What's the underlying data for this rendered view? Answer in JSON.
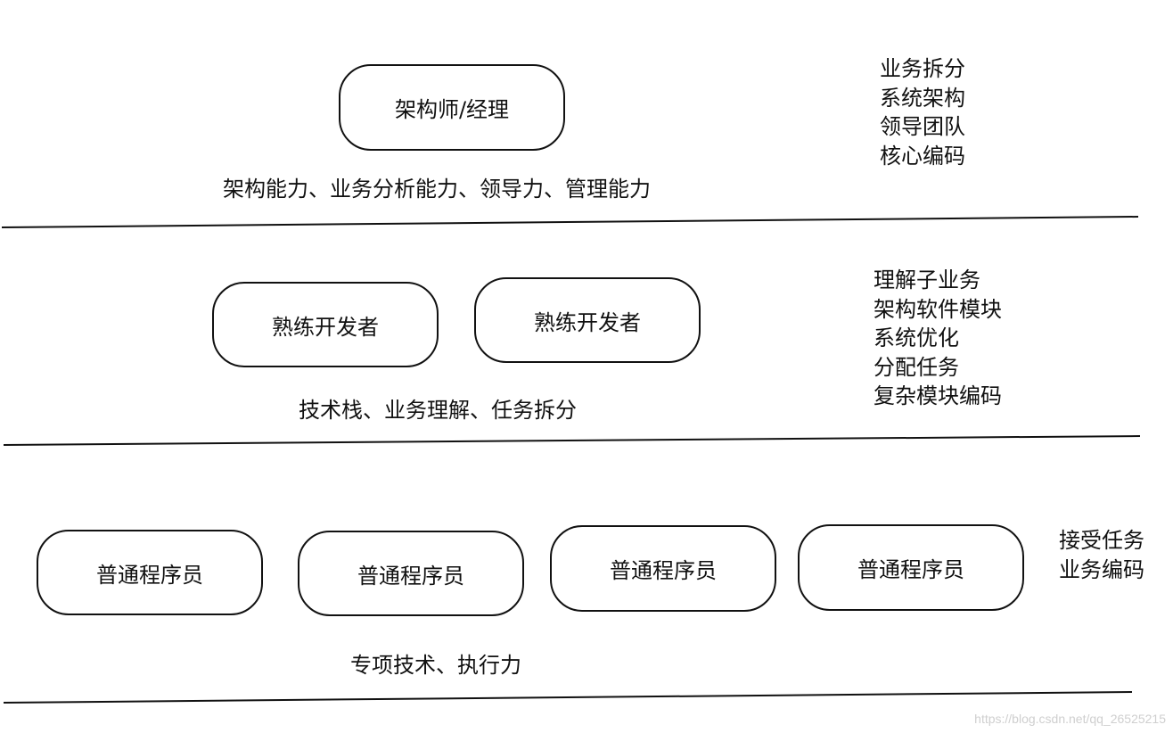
{
  "tier1": {
    "box_label": "架构师/经理",
    "skills": "架构能力、业务分析能力、领导力、管理能力",
    "duties": [
      "业务拆分",
      "系统架构",
      "领导团队",
      "核心编码"
    ]
  },
  "tier2": {
    "box_labels": [
      "熟练开发者",
      "熟练开发者"
    ],
    "skills": "技术栈、业务理解、任务拆分",
    "duties": [
      "理解子业务",
      "架构软件模块",
      "系统优化",
      "分配任务",
      "复杂模块编码"
    ]
  },
  "tier3": {
    "box_labels": [
      "普通程序员",
      "普通程序员",
      "普通程序员",
      "普通程序员"
    ],
    "skills": "专项技术、执行力",
    "duties": [
      "接受任务",
      "业务编码"
    ]
  },
  "watermark": "https://blog.csdn.net/qq_26525215",
  "colors": {
    "stroke": "#111111",
    "background": "#ffffff",
    "watermark": "#cfcfcf"
  }
}
